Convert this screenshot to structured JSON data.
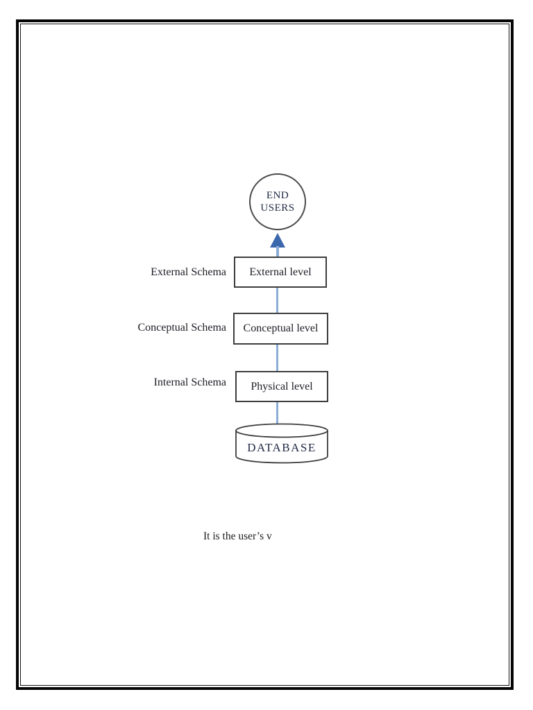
{
  "page": {
    "background_color": "#ffffff",
    "border_color": "#000000",
    "border_style": "double-rule box frame"
  },
  "diagram": {
    "title_semantic": "three-level database architecture",
    "end_users_label": "END USERS",
    "levels": [
      {
        "schema_label": "External Schema",
        "box_label": "External level"
      },
      {
        "schema_label": "Conceptual Schema",
        "box_label": "Conceptual level"
      },
      {
        "schema_label": "Internal Schema",
        "box_label": "Physical level"
      }
    ],
    "database_label": "DATABASE",
    "arrow_color": "#3b67ad",
    "connector_color": "#8badd8",
    "shape_outline_color": "#3c3c3c",
    "text_color": "#1c1c24"
  },
  "caption": {
    "text": "It is the user’s v"
  }
}
